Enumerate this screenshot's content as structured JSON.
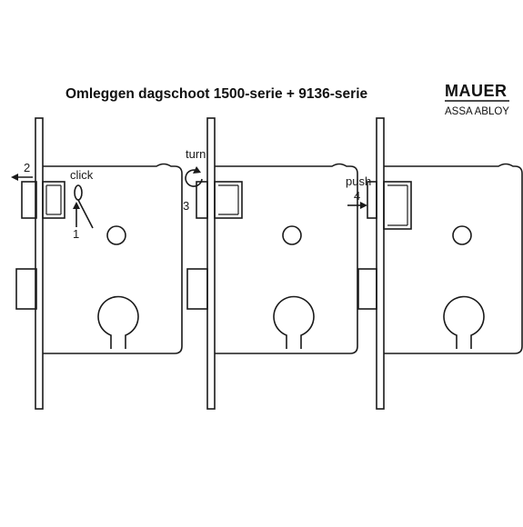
{
  "title": "Omleggen dagschoot 1500-serie + 9136-serie",
  "logo": {
    "brand": "MAUER",
    "sub": "ASSA ABLOY"
  },
  "steps": {
    "s1_action": "click",
    "s1_num": "1",
    "s2_num": "2",
    "s3_action": "turn",
    "s3_num": "3",
    "s4_action": "push",
    "s4_num": "4"
  }
}
